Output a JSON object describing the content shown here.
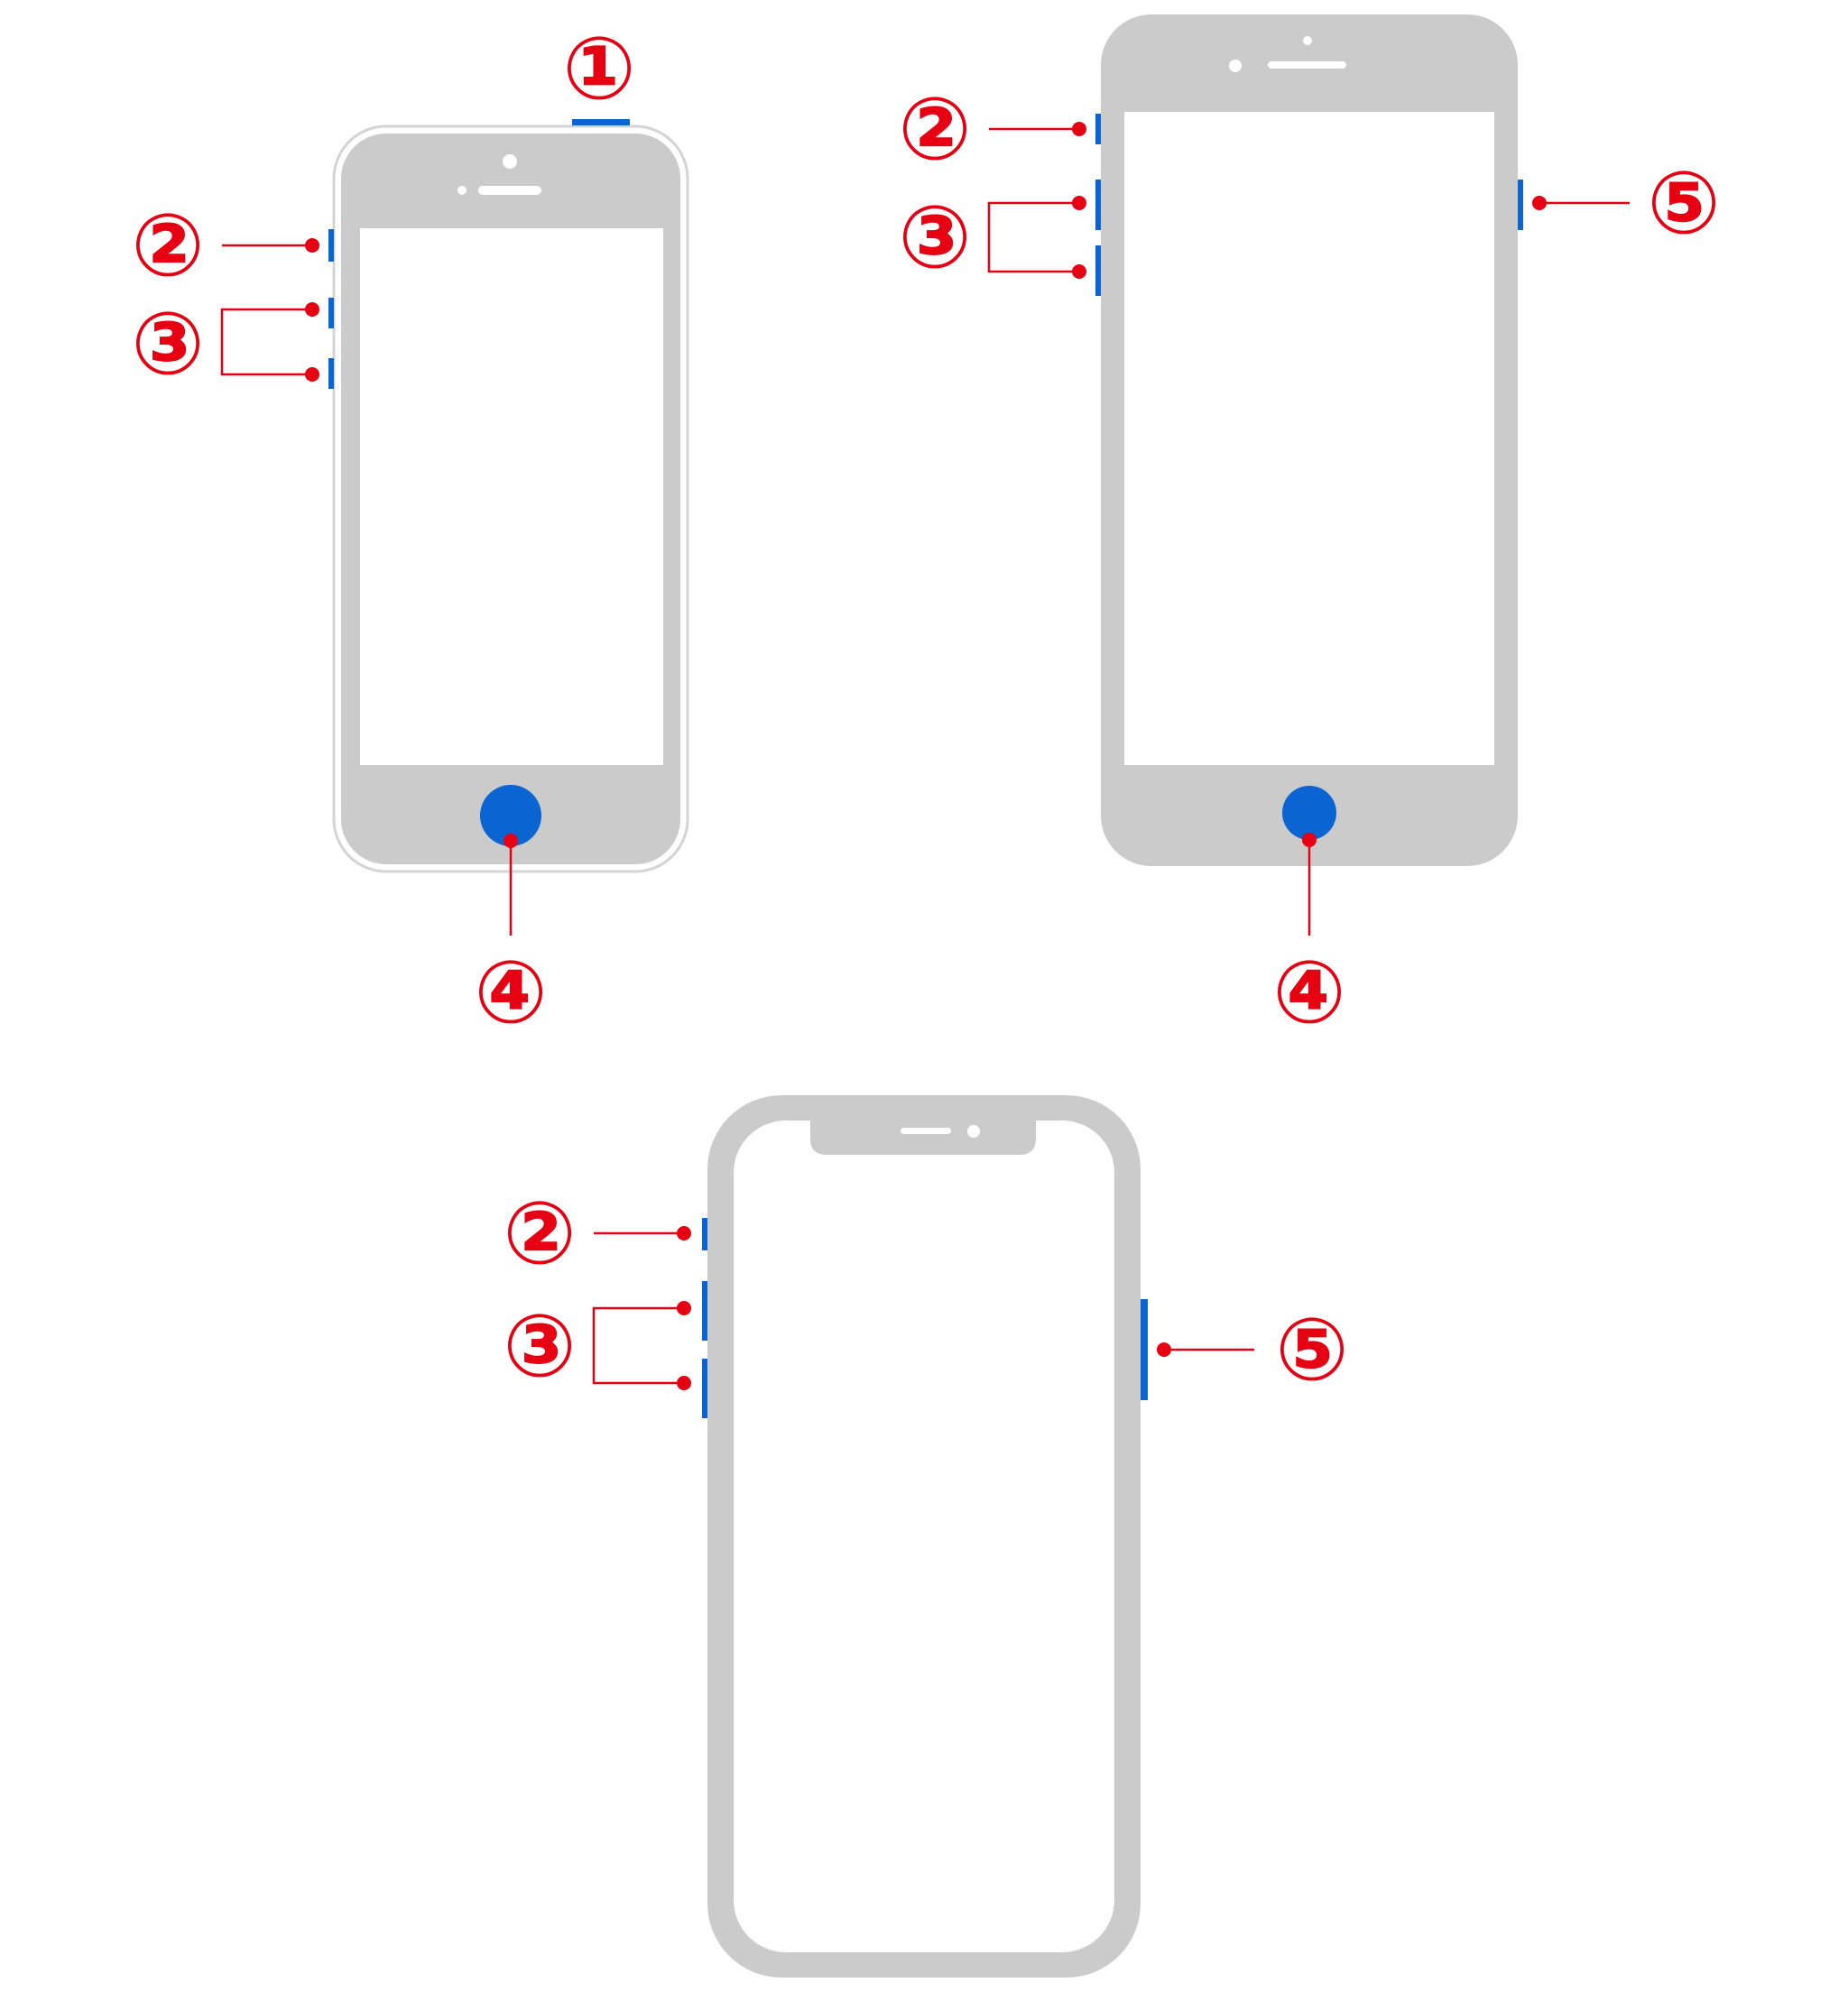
{
  "diagram": {
    "labels": {
      "ring_silent_switch": "①",
      "mute_switch": "②",
      "volume_buttons": "③",
      "home_button": "④",
      "side_button": "⑤"
    },
    "colors": {
      "callout": "#e60012",
      "button": "#0a64d2",
      "body": "#cbcbcb",
      "body_outline": "#d4d4d4",
      "screen": "#ffffff",
      "background": "#ffffff"
    },
    "devices": [
      {
        "id": "iphone-se",
        "callouts": [
          "①",
          "②",
          "③",
          "④"
        ]
      },
      {
        "id": "iphone-8",
        "callouts": [
          "②",
          "③",
          "④",
          "⑤"
        ]
      },
      {
        "id": "iphone-x",
        "callouts": [
          "②",
          "③",
          "⑤"
        ]
      }
    ]
  }
}
